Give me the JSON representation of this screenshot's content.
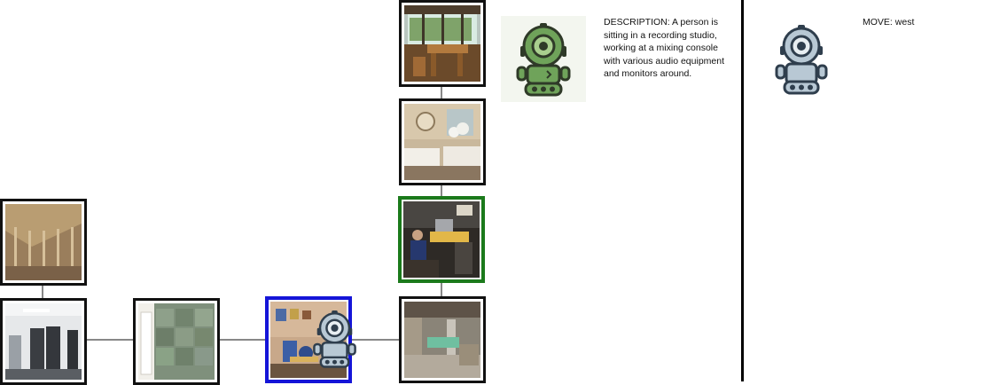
{
  "description": {
    "label": "DESCRIPTION:",
    "text": "A person is sitting in a recording studio, working at a mixing console with various audio equipment and monitors around."
  },
  "move": {
    "label": "MOVE:",
    "direction": "west"
  },
  "map": {
    "nodes": [
      {
        "id": "patio-room",
        "scene": "room with large windows and wooden table"
      },
      {
        "id": "bathroom",
        "scene": "bathroom with tub and vanity"
      },
      {
        "id": "recording-studio",
        "scene": "person at mixing console",
        "status": "target"
      },
      {
        "id": "basement",
        "scene": "unfinished basement"
      },
      {
        "id": "attic",
        "scene": "attic with insulation"
      },
      {
        "id": "locker-room",
        "scene": "room with lockers"
      },
      {
        "id": "shower",
        "scene": "tiled shower room"
      },
      {
        "id": "play-room",
        "scene": "small room with chairs and toys",
        "status": "current"
      }
    ],
    "colors": {
      "current": "#1515d8",
      "target": "#1b7a1b",
      "edge": "#888888"
    }
  },
  "icons": {
    "goal": "green-robot-icon",
    "agent": "blue-robot-icon"
  }
}
